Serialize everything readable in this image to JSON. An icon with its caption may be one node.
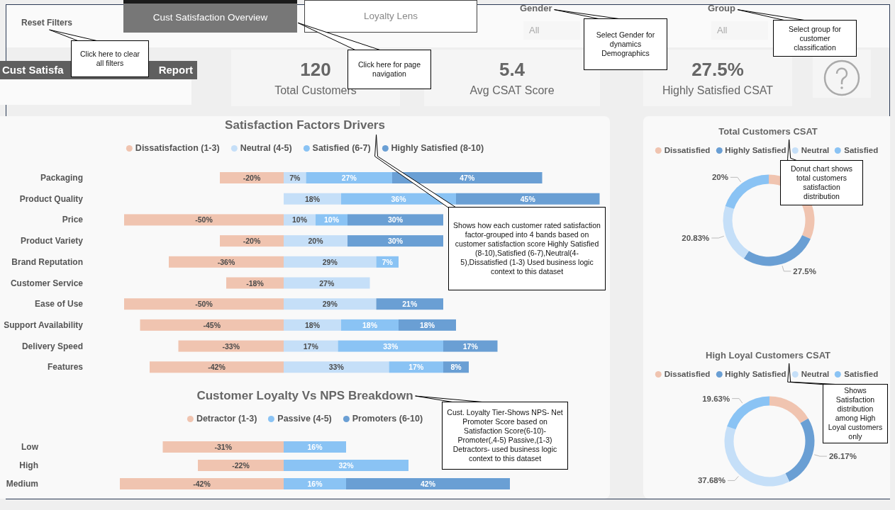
{
  "diagram": {
    "nodes": [
      {
        "text": [
          "Reset Filters"
        ]
      },
      {
        "text": [
          "Click here to clear all filters"
        ]
      },
      {
        "text": [
          "Cust Satisfaction Overview"
        ]
      },
      {
        "text": [
          "Loyalty Lens"
        ]
      },
      {
        "text": [
          "Click here for page navigation"
        ]
      },
      {
        "text": [
          "Gender"
        ]
      },
      {
        "text": [
          "Select Gender for dynamics Demographics"
        ]
      },
      {
        "text": [
          "Group"
        ]
      },
      {
        "text": [
          "Select group for customer classification"
        ]
      },
      {
        "text": [
          "120",
          "Total Customers"
        ]
      },
      {
        "text": [
          "5.4",
          "Avg CSAT Score"
        ]
      },
      {
        "text": [
          "27.5%",
          "Highly Satisfied CSAT"
        ]
      },
      {
        "text": [
          "Satisfaction Factors Drivers"
        ]
      },
      {
        "text": [
          "Shows how each customer rated satisfaction factor-grouped into 4 bands based on customer satisfaction score Highly Satisfied (8-10),Satisfied (6-7),Neutral(4-5),Dissatisfied (1-3) Used business logic context to this dataset"
        ]
      },
      {
        "text": [
          "Customer Loyalty Vs NPS Breakdown"
        ]
      },
      {
        "text": [
          "Cust. Loyalty Tier-Shows NPS- Net Promoter Score based on Satisfaction Score(6-10)- Promoter(,4-5) Passive,(1-3) Detractors- used business logic context to this dataset"
        ]
      },
      {
        "text": [
          "Total Customers CSAT"
        ]
      },
      {
        "text": [
          "Donut chart shows total customers satisfaction distribution"
        ]
      },
      {
        "text": [
          "High Loyal Customers CSAT"
        ]
      },
      {
        "text": [
          "Shows Satisfaction distribution among High Loyal customers only"
        ]
      }
    ],
    "edges": [
      {
        "from": 1,
        "to": 0,
        "arrow": "none"
      },
      {
        "from": 4,
        "to": 2,
        "arrow": "none"
      },
      {
        "from": 6,
        "to": 5,
        "arrow": "none"
      },
      {
        "from": 8,
        "to": 7,
        "arrow": "none"
      },
      {
        "from": 13,
        "to": 12,
        "arrow": "none"
      },
      {
        "from": 15,
        "to": 14,
        "arrow": "none"
      },
      {
        "from": 17,
        "to": 16,
        "arrow": "none"
      },
      {
        "from": 19,
        "to": 18,
        "arrow": "none"
      }
    ],
    "labels": [
      "All",
      "All",
      "Cust Satisfa",
      "Report"
    ],
    "chart_data": [
      {
        "type": "bar",
        "orientation": "horizontal",
        "stacked": true,
        "data_labels": true,
        "categories": [
          "Packaging",
          "Product Quality",
          "Price",
          "Product Variety",
          "Brand Reputation",
          "Customer Service",
          "Ease of Use",
          "Support Availability",
          "Delivery Speed",
          "Features"
        ],
        "series": [
          {
            "name": "Dissatisfaction (1-3)",
            "color": "#f0c4b0",
            "values": [
              -20,
              null,
              -50,
              -20,
              -36,
              -18,
              -50,
              -45,
              -33,
              -42
            ],
            "value_labels": [
              "-20%",
              null,
              "-50%",
              "-20%",
              "-36%",
              "-18%",
              "-50%",
              "-45%",
              "-33%",
              "-42%"
            ]
          },
          {
            "name": "Neutral (4-5)",
            "color": "#c5dff8",
            "values": [
              7,
              18,
              10,
              20,
              29,
              27,
              29,
              18,
              17,
              33
            ],
            "value_labels": [
              "7%",
              "18%",
              "10%",
              "20%",
              "29%",
              "27%",
              "29%",
              "18%",
              "17%",
              "33%"
            ]
          },
          {
            "name": "Satisfied (6-7)",
            "color": "#8ac3f4",
            "values": [
              27,
              36,
              10,
              null,
              7,
              null,
              null,
              18,
              33,
              17
            ],
            "value_labels": [
              "27%",
              "36%",
              "10%",
              null,
              "7%",
              null,
              null,
              "18%",
              "33%",
              "17%"
            ]
          },
          {
            "name": "Highly Satisfied (8-10)",
            "color": "#6a9fd4",
            "values": [
              47,
              45,
              30,
              30,
              null,
              null,
              21,
              18,
              17,
              8
            ],
            "value_labels": [
              "47%",
              "45%",
              "30%",
              "30%",
              null,
              null,
              "21%",
              "18%",
              "17%",
              "8%"
            ]
          }
        ]
      },
      {
        "type": "bar",
        "orientation": "horizontal",
        "stacked": true,
        "data_labels": true,
        "categories": [
          "Low",
          "High",
          "Medium"
        ],
        "series": [
          {
            "name": "Detractor (1-3)",
            "color": "#f0c4b0",
            "values": [
              -31,
              -22,
              -42
            ],
            "value_labels": [
              "-31%",
              "-22%",
              "-42%"
            ]
          },
          {
            "name": "Passive (4-5)",
            "color": "#8ac3f4",
            "values": [
              16,
              32,
              16
            ],
            "value_labels": [
              "16%",
              "32%",
              "16%"
            ]
          },
          {
            "name": "Promoters (6-10)",
            "color": "#6a9fd4",
            "values": [
              null,
              null,
              42
            ],
            "value_labels": [
              null,
              null,
              "42%"
            ]
          }
        ]
      },
      {
        "type": "donut",
        "categories": [
          "Dissatisfied",
          "Highly Satisfied",
          "Neutral",
          "Satisfied"
        ],
        "colors": [
          "#f0c4b0",
          "#6a9fd4",
          "#c5dff8",
          "#8ac3f4"
        ],
        "values": [
          31.67,
          27.5,
          20.83,
          20
        ],
        "value_labels": [
          null,
          "27.5%",
          "20.83%",
          "20%"
        ]
      },
      {
        "type": "donut",
        "categories": [
          "Dissatisfied",
          "Highly Satisfied",
          "Neutral",
          "Satisfied"
        ],
        "colors": [
          "#f0c4b0",
          "#6a9fd4",
          "#c5dff8",
          "#8ac3f4"
        ],
        "values": [
          16.52,
          26.17,
          37.68,
          19.63
        ],
        "value_labels": [
          null,
          "26.17%",
          "37.68%",
          "19.63%"
        ]
      }
    ]
  }
}
